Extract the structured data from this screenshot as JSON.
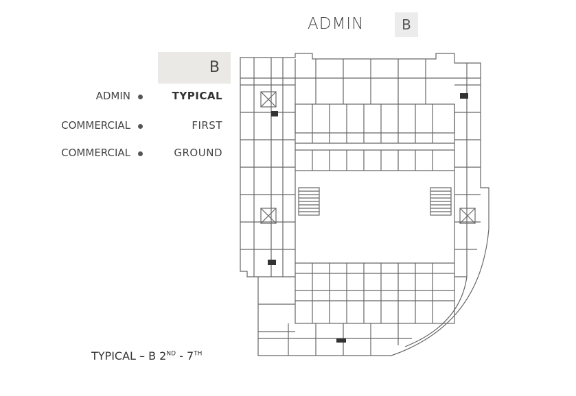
{
  "header": {
    "title": "ADMIN",
    "block": "B"
  },
  "block_tab": {
    "label": "B"
  },
  "floors": [
    {
      "use": "ADMIN",
      "floor": "TYPICAL",
      "active": true
    },
    {
      "use": "COMMERCIAL",
      "floor": "FIRST",
      "active": false
    },
    {
      "use": "COMMERCIAL",
      "floor": "GROUND",
      "active": false
    }
  ],
  "caption": {
    "main": "TYPICAL – B 2",
    "sup1": "ND",
    "mid": " - 7",
    "sup2": "TH"
  },
  "colors": {
    "line": "#555555",
    "panel": "#ebe9e5",
    "badge": "#ececec"
  }
}
